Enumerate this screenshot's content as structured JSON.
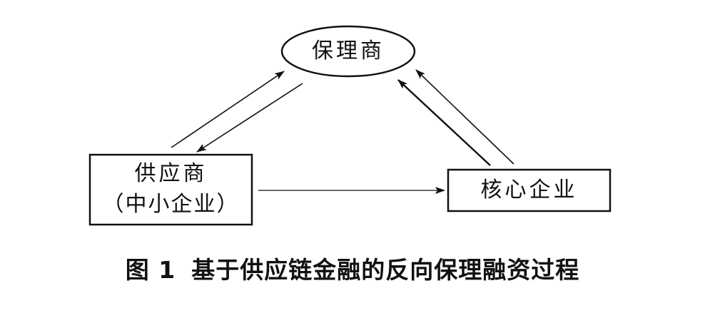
{
  "nodes": {
    "factor": {
      "label": "保理商"
    },
    "supplier": {
      "label_line1": "供应商",
      "label_line2": "（中小企业）"
    },
    "core": {
      "label": "核心企业"
    }
  },
  "caption": {
    "figure_number": "图 1",
    "text": "基于供应链金融的反向保理融资过程"
  },
  "colors": {
    "stroke": "#111111",
    "background": "#ffffff"
  }
}
